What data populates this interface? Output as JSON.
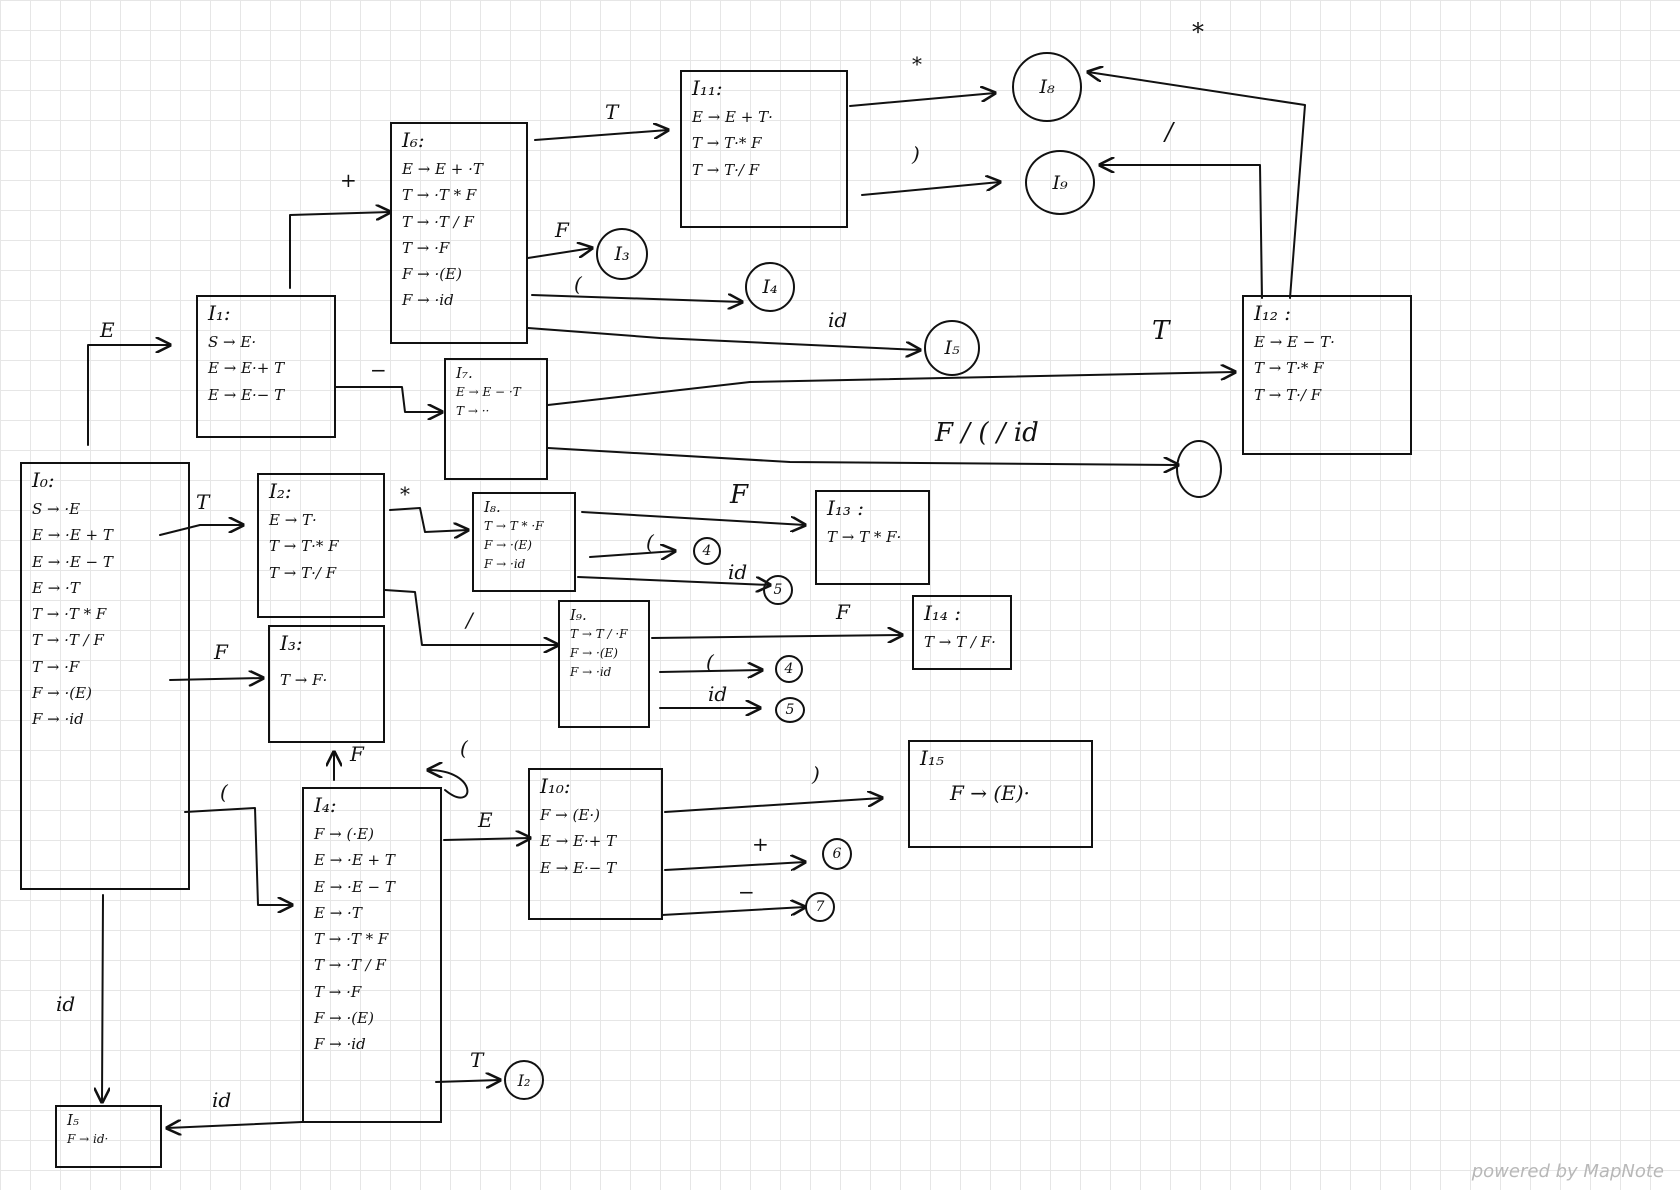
{
  "states": [
    {
      "id": "I0",
      "title": "I₀:",
      "items": [
        "S → ·E",
        "E → ·E + T",
        "E → ·E − T",
        "E → ·T",
        "T → ·T * F",
        "T → ·T / F",
        "T → ·F",
        "F → ·(E)",
        "F → ·id"
      ]
    },
    {
      "id": "I1",
      "title": "I₁:",
      "items": [
        "S → E·",
        "E → E·+ T",
        "E → E·− T"
      ]
    },
    {
      "id": "I2",
      "title": "I₂:",
      "items": [
        "E → T·",
        "T → T·* F",
        "T → T·/ F"
      ]
    },
    {
      "id": "I3",
      "title": "I₃:",
      "items": [
        "T → F·"
      ]
    },
    {
      "id": "I4",
      "title": "I₄:",
      "items": [
        "F → (·E)",
        "E → ·E + T",
        "E → ·E − T",
        "E → ·T",
        "T → ·T * F",
        "T → ·T / F",
        "T → ·F",
        "F → ·(E)",
        "F → ·id"
      ]
    },
    {
      "id": "I5",
      "title": "I₅",
      "items": [
        "F → id·"
      ]
    },
    {
      "id": "I6",
      "title": "I₆:",
      "items": [
        "E → E + ·T",
        "T → ·T * F",
        "T → ·T / F",
        "T → ·F",
        "F → ·(E)",
        "F → ·id"
      ]
    },
    {
      "id": "I7",
      "title": "I₇.",
      "items": [
        "E → E − ·T",
        "T → ··"
      ]
    },
    {
      "id": "I8",
      "title": "I₈.",
      "items": [
        "T → T * ·F",
        "F → ·(E)",
        "F → ·id"
      ]
    },
    {
      "id": "I9",
      "title": "I₉.",
      "items": [
        "T → T / ·F",
        "F → ·(E)",
        "F → ·id"
      ]
    },
    {
      "id": "I10",
      "title": "I₁₀:",
      "items": [
        "F → (E·)",
        "E → E·+ T",
        "E → E·− T"
      ]
    },
    {
      "id": "I11",
      "title": "I₁₁:",
      "items": [
        "E → E + T·",
        "T → T·* F",
        "T → T·/ F"
      ]
    },
    {
      "id": "I12",
      "title": "I₁₂ :",
      "items": [
        "E → E − T·",
        "T → T·* F",
        "T → T·/ F"
      ]
    },
    {
      "id": "I13",
      "title": "I₁₃ :",
      "items": [
        "T → T * F·"
      ]
    },
    {
      "id": "I14",
      "title": "I₁₄ :",
      "items": [
        "T → T / F·"
      ]
    },
    {
      "id": "I15",
      "title": "I₁₅",
      "items": [
        "F → (E)·"
      ]
    }
  ],
  "refs": [
    {
      "id": "r_i3_from_i6",
      "label": "I₃"
    },
    {
      "id": "r_i4_from_i6",
      "label": "I₄"
    },
    {
      "id": "r_i5_from_i6",
      "label": "I₅"
    },
    {
      "id": "r_i8_from_i11",
      "label": "I₈"
    },
    {
      "id": "r_i9_from_i11",
      "label": "I₉"
    },
    {
      "id": "r_blank_from_i7",
      "label": ""
    },
    {
      "id": "r_4_from_i8",
      "label": "4"
    },
    {
      "id": "r_5_from_i8",
      "label": "5"
    },
    {
      "id": "r_4_from_i9",
      "label": "4"
    },
    {
      "id": "r_5_from_i9",
      "label": "5"
    },
    {
      "id": "r_6_from_i10",
      "label": "6"
    },
    {
      "id": "r_7_from_i10",
      "label": "7"
    },
    {
      "id": "r_i2_from_i4",
      "label": "I₂"
    }
  ],
  "edges": [
    {
      "id": "e0_1",
      "label": "E"
    },
    {
      "id": "e0_2",
      "label": "T"
    },
    {
      "id": "e0_3",
      "label": "F"
    },
    {
      "id": "e0_4",
      "label": "("
    },
    {
      "id": "e0_5",
      "label": "id"
    },
    {
      "id": "e1_6",
      "label": "+"
    },
    {
      "id": "e1_7",
      "label": "−"
    },
    {
      "id": "e6_11",
      "label": "T"
    },
    {
      "id": "e6_3",
      "label": "F"
    },
    {
      "id": "e6_4",
      "label": "("
    },
    {
      "id": "e6_5",
      "label": "id"
    },
    {
      "id": "e11_8",
      "label": "*"
    },
    {
      "id": "e11_9",
      "label": ")"
    },
    {
      "id": "e7_12",
      "label": "T"
    },
    {
      "id": "e7_blank",
      "label": "F / ( / id"
    },
    {
      "id": "e12_8",
      "label": "*"
    },
    {
      "id": "e12_9",
      "label": "/"
    },
    {
      "id": "e2_8",
      "label": "*"
    },
    {
      "id": "e2_9",
      "label": "/"
    },
    {
      "id": "e8_13",
      "label": "F"
    },
    {
      "id": "e8_4",
      "label": "("
    },
    {
      "id": "e8_5",
      "label": "id"
    },
    {
      "id": "e9_14",
      "label": "F"
    },
    {
      "id": "e9_4",
      "label": "("
    },
    {
      "id": "e9_5",
      "label": "id"
    },
    {
      "id": "e4_3",
      "label": "F"
    },
    {
      "id": "e4_4",
      "label": "("
    },
    {
      "id": "e4_10",
      "label": "E"
    },
    {
      "id": "e4_2",
      "label": "T"
    },
    {
      "id": "e4_5",
      "label": "id"
    },
    {
      "id": "e10_15",
      "label": ")"
    },
    {
      "id": "e10_6",
      "label": "+"
    },
    {
      "id": "e10_7",
      "label": "−"
    }
  ],
  "footer": "powered by MapNote",
  "colors": {
    "ink": "#111111",
    "grid": "#e6e6e6",
    "footer": "#b8b8b8"
  }
}
